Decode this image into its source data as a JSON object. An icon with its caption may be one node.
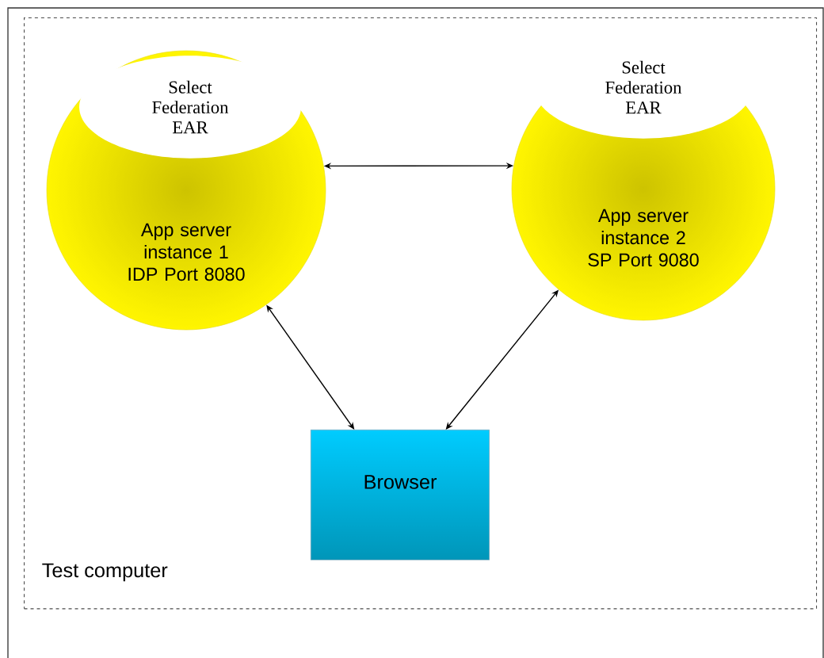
{
  "diagram": {
    "nodes": [
      {
        "text": [
          "Test computer"
        ]
      },
      {
        "text": [
          "App server instance 1 IDP Port 8080"
        ],
        "in": 0
      },
      {
        "text": [
          "Select Federation EAR"
        ],
        "in": 1
      },
      {
        "text": [
          "App server instance 2 SP Port 9080"
        ],
        "in": 0
      },
      {
        "text": [
          "Select Federation EAR"
        ],
        "in": 0
      },
      {
        "text": [
          "Browser"
        ],
        "in": 0
      }
    ],
    "edges": [
      {
        "from": 1,
        "to": 3,
        "arrow": "both"
      },
      {
        "from": 1,
        "to": 5,
        "arrow": "both"
      },
      {
        "from": 3,
        "to": 5,
        "arrow": "both"
      }
    ]
  }
}
